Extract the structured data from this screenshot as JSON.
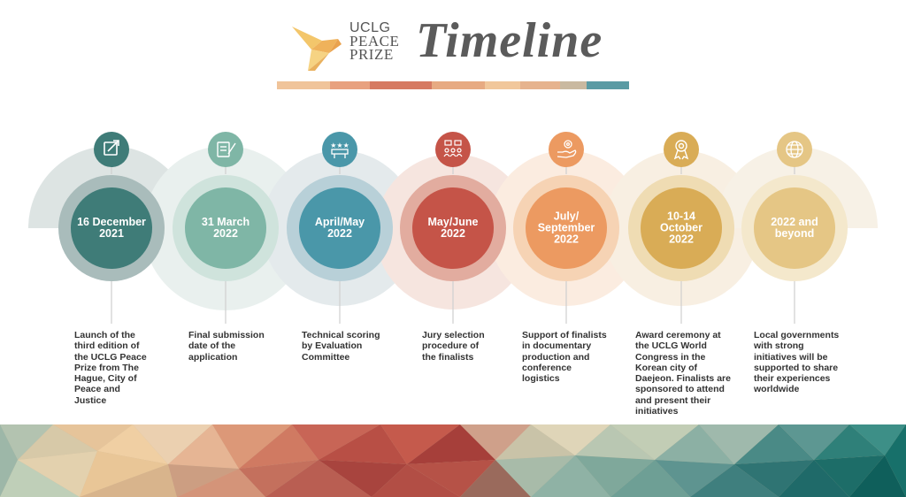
{
  "header": {
    "logo_line1": "UCLG",
    "logo_line2": "PEACE",
    "logo_line3": "PRIZE",
    "title": "Timeline"
  },
  "milestones": [
    {
      "date_line1": "16 December",
      "date_line2": "2021",
      "date_line3": "",
      "icon": "external-link-icon",
      "color": "#3f7c78",
      "description": "Launch of the third edition of the UCLG Peace Prize from The Hague, City of Peace and Justice"
    },
    {
      "date_line1": "31 March",
      "date_line2": "2022",
      "date_line3": "",
      "icon": "form-edit-icon",
      "color": "#7fb6a6",
      "description": "Final submission date of the application"
    },
    {
      "date_line1": "April/May",
      "date_line2": "2022",
      "date_line3": "",
      "icon": "scoring-stars-icon",
      "color": "#4a97a9",
      "description": "Technical scoring by Evaluation Committee"
    },
    {
      "date_line1": "May/June",
      "date_line2": "2022",
      "date_line3": "",
      "icon": "jury-group-icon",
      "color": "#c55448",
      "description": "Jury selection procedure of the finalists"
    },
    {
      "date_line1": "July/",
      "date_line2": "September",
      "date_line3": "2022",
      "icon": "hand-gear-icon",
      "color": "#ec9a61",
      "description": "Support of finalists in documentary production and conference logistics"
    },
    {
      "date_line1": "10-14",
      "date_line2": "October",
      "date_line3": "2022",
      "icon": "award-ribbon-icon",
      "color": "#d9ac56",
      "description": "Award ceremony at the UCLG World Congress in the Korean city of Daejeon. Finalists are sponsored to attend and present their initiatives"
    },
    {
      "date_line1": "2022 and",
      "date_line2": "beyond",
      "date_line3": "",
      "icon": "globe-icon",
      "color": "#e5c685",
      "description": "Local governments with strong initiatives will be supported to share their experiences worldwide"
    }
  ],
  "colors": {
    "title": "#5b5b5b",
    "text": "#333333",
    "connector": "#cfcfcf"
  }
}
